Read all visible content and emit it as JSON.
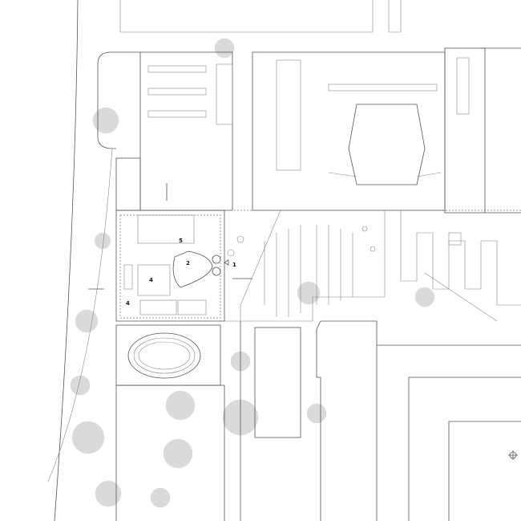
{
  "drawing": {
    "type": "site plan",
    "line_color": "#555555",
    "tree_color": "#d4d4d4",
    "room_labels": [
      "1",
      "2",
      "4",
      "4",
      "5"
    ],
    "icons": [
      "north-arrow-icon",
      "entrance-triangle-icon",
      "section-marker-icon"
    ]
  }
}
